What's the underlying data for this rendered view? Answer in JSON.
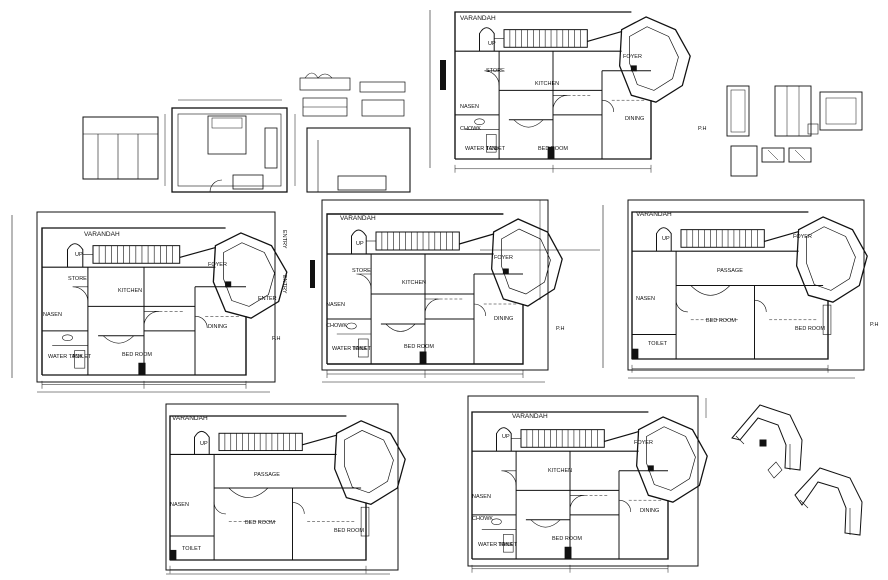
{
  "plans": {
    "top": {
      "title": "VARANDAH",
      "up": "UP",
      "foyer": "FOYER",
      "kitchen": "KITCHEN",
      "stores": "STORE",
      "nasen": "NASEN",
      "chowk": "CHOWK",
      "water_tank": "WATER TANK",
      "toilet": "TOILET",
      "dining": "DINING",
      "bedroom": "BED ROOM",
      "ph": "P.H"
    },
    "left": {
      "title": "VARANDAH",
      "up": "UP",
      "foyer": "FOYER",
      "kitchen": "KITCHEN",
      "stores": "STORE",
      "nasen": "NASEN",
      "water_tank": "WATER TANK",
      "toilet": "TOILET",
      "dining": "DINING",
      "bedroom": "BED ROOM",
      "ph": "P.H",
      "entry1": "ENTRY",
      "entry2": "ENTRY",
      "enter": "ENTER"
    },
    "middle": {
      "title": "VARANDAH",
      "up": "UP",
      "foyer": "FOYER",
      "kitchen": "KITCHEN",
      "stores": "STORE",
      "nasen": "NASEN",
      "chowk": "CHOWK",
      "water_tank": "WATER TANK",
      "toilet": "TOILET",
      "dining": "DINING",
      "bedroom": "BED ROOM",
      "ph": "P.H"
    },
    "right": {
      "title": "VARANDAH",
      "up": "UP",
      "foyer": "FOYER",
      "passage": "PASSAGE",
      "nasen": "NASEN",
      "toilet": "TOILET",
      "bedroom1": "BED ROOM",
      "bedroom2": "BED ROOM",
      "ph": "P.H"
    },
    "bottom_left": {
      "title": "VARANDAH",
      "up": "UP",
      "passage": "PASSAGE",
      "nasen": "NASEN",
      "toilet": "TOILET",
      "bedroom1": "BED ROOM",
      "bedroom2": "BED ROOM"
    },
    "bottom_right": {
      "title": "VARANDAH",
      "up": "UP",
      "foyer": "FOYER",
      "kitchen": "KITCHEN",
      "nasen": "NASEN",
      "chowk": "CHOWK",
      "water_tank": "WATER TANK",
      "toilet": "TOILET",
      "dining": "DINING",
      "bedroom": "BED ROOM"
    }
  },
  "colors": {
    "line": "#111111",
    "background": "#ffffff"
  }
}
